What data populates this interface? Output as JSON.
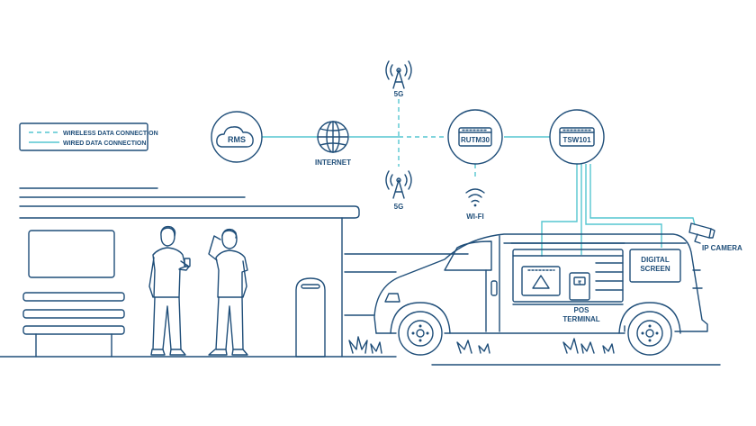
{
  "legend": {
    "wireless_label": "WIRELESS DATA CONNECTION",
    "wired_label": "WIRED DATA CONNECTION"
  },
  "nodes": {
    "rms": "RMS",
    "internet": "INTERNET",
    "rutm30": "RUTM30",
    "tsw101": "TSW101",
    "tower_top": "5G",
    "tower_bottom": "5G",
    "wifi": "WI-FI"
  },
  "devices": {
    "digital_screen_line1": "DIGITAL",
    "digital_screen_line2": "SCREEN",
    "ip_camera": "IP CAMERA",
    "pos_line1": "POS",
    "pos_line2": "TERMINAL"
  },
  "colors": {
    "outline": "#1f4e79",
    "connection": "#55c6d0",
    "background": "#ffffff"
  },
  "icons": [
    "cloud-icon",
    "globe-icon",
    "cell-tower-icon",
    "router-icon",
    "switch-icon",
    "wifi-icon",
    "ip-camera-icon",
    "pos-terminal-icon",
    "digital-screen-icon",
    "food-truck-icon",
    "person-icon",
    "bench-icon",
    "trash-bin-icon"
  ]
}
